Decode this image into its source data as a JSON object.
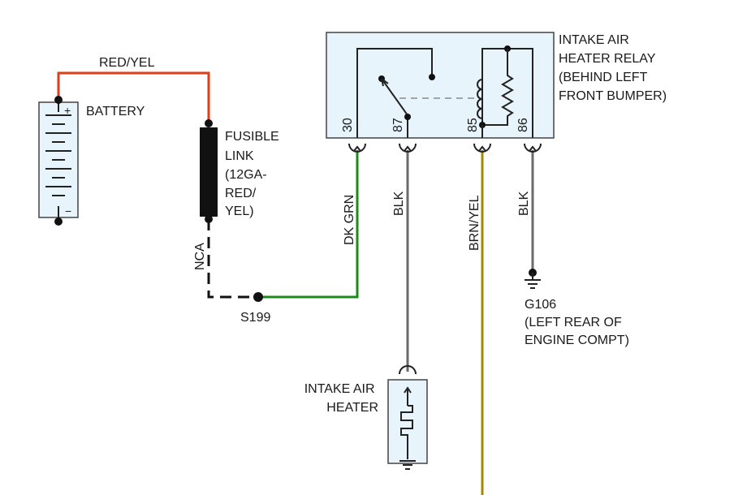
{
  "colors": {
    "red_yel": "#e23c1a",
    "dk_grn": "#1e8a1e",
    "blk": "#6b6b6b",
    "brn_yel": "#a08a00",
    "nca": "#111111",
    "component_fill": "#e8f4fc",
    "component_stroke": "#444444"
  },
  "wires": {
    "red_yel": "RED/YEL",
    "nca": "NCA",
    "dk_grn": "DK GRN",
    "blk_87": "BLK",
    "brn_yel": "BRN/YEL",
    "blk_86": "BLK"
  },
  "battery": {
    "label": "BATTERY",
    "plus": "+",
    "minus": "−"
  },
  "fusible_link": {
    "lines": [
      "FUSIBLE",
      "LINK",
      "(12GA-",
      "RED/",
      "YEL)"
    ]
  },
  "splice": {
    "label": "S199"
  },
  "relay": {
    "lines": [
      "INTAKE AIR",
      "HEATER RELAY",
      "(BEHIND LEFT",
      "FRONT BUMPER)"
    ],
    "pins": [
      "30",
      "87",
      "85",
      "86"
    ]
  },
  "ground": {
    "lines": [
      "G106",
      "(LEFT REAR OF",
      "ENGINE COMPT)"
    ]
  },
  "heater": {
    "lines": [
      "INTAKE AIR",
      "HEATER"
    ]
  }
}
